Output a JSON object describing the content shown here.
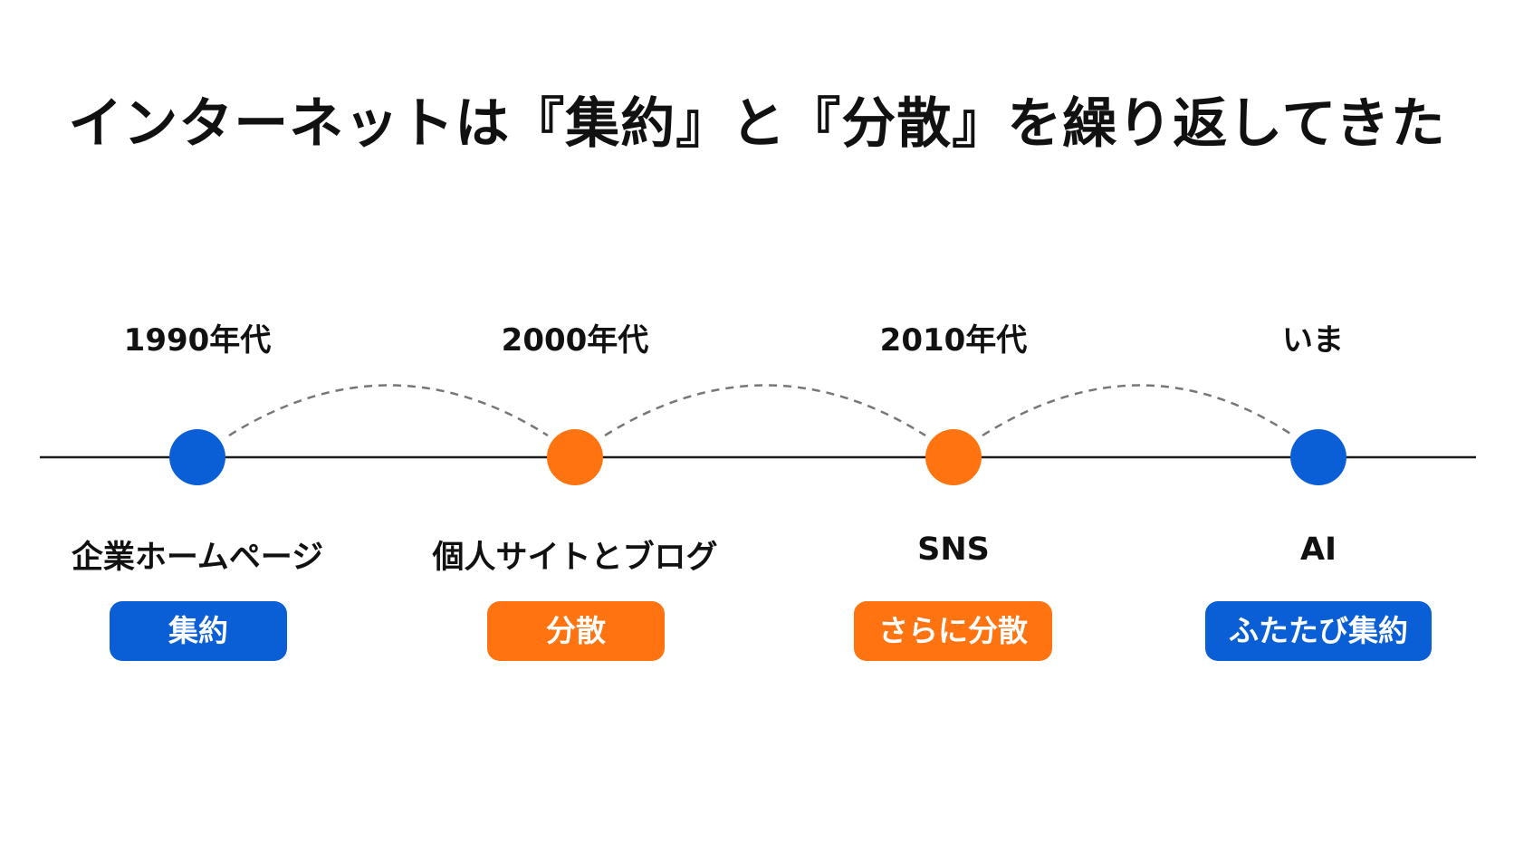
{
  "title": "インターネットは『集約』と『分散』を繰り返してきた",
  "colors": {
    "concentration": "#0b5fd6",
    "dispersion": "#ff7410",
    "line": "#1a1a1a",
    "arc": "#777777"
  },
  "nodes": [
    {
      "era": "1990年代",
      "name": "企業ホームページ",
      "badge": "集約",
      "kind": "concentration"
    },
    {
      "era": "2000年代",
      "name": "個人サイトとブログ",
      "badge": "分散",
      "kind": "dispersion"
    },
    {
      "era": "2010年代",
      "name": "SNS",
      "badge": "さらに分散",
      "kind": "dispersion"
    },
    {
      "era": "いま",
      "name": "AI",
      "badge": "ふたたび集約",
      "kind": "concentration"
    }
  ]
}
